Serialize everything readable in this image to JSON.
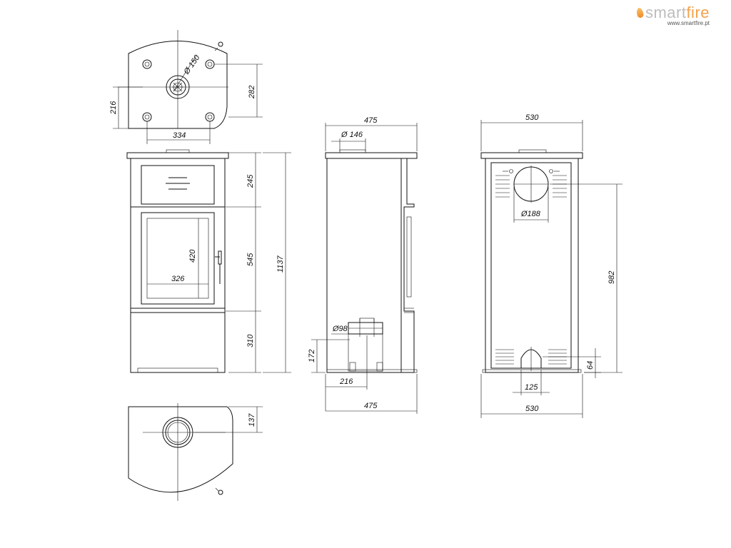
{
  "brand": {
    "logo_prefix": "smart",
    "logo_suffix": "fire",
    "url": "www.smartfire.pt",
    "colors": {
      "grey": "#bdbdbd",
      "orange": "#f3a14a"
    }
  },
  "dimensions": {
    "top_flue_diameter": "Ø 150",
    "top_flue_offset": "282",
    "top_bolt_depth": "216",
    "top_bolt_width": "334",
    "front_top_panel": "245",
    "front_door_section": "545",
    "front_base_section": "310",
    "total_height": "1137",
    "glass_height": "420",
    "glass_width": "326",
    "side_depth_top": "475",
    "side_outlet_diameter": "Ø 146",
    "side_air_inlet_diameter": "Ø98",
    "side_air_inlet_height": "172",
    "side_air_inlet_offset": "216",
    "side_depth_bottom": "475",
    "back_width_top": "530",
    "back_outlet_diameter": "Ø188",
    "back_outlet_height": "982",
    "back_inlet_height": "64",
    "back_inlet_width": "125",
    "back_width_bottom": "530",
    "bottom_depth": "137"
  }
}
